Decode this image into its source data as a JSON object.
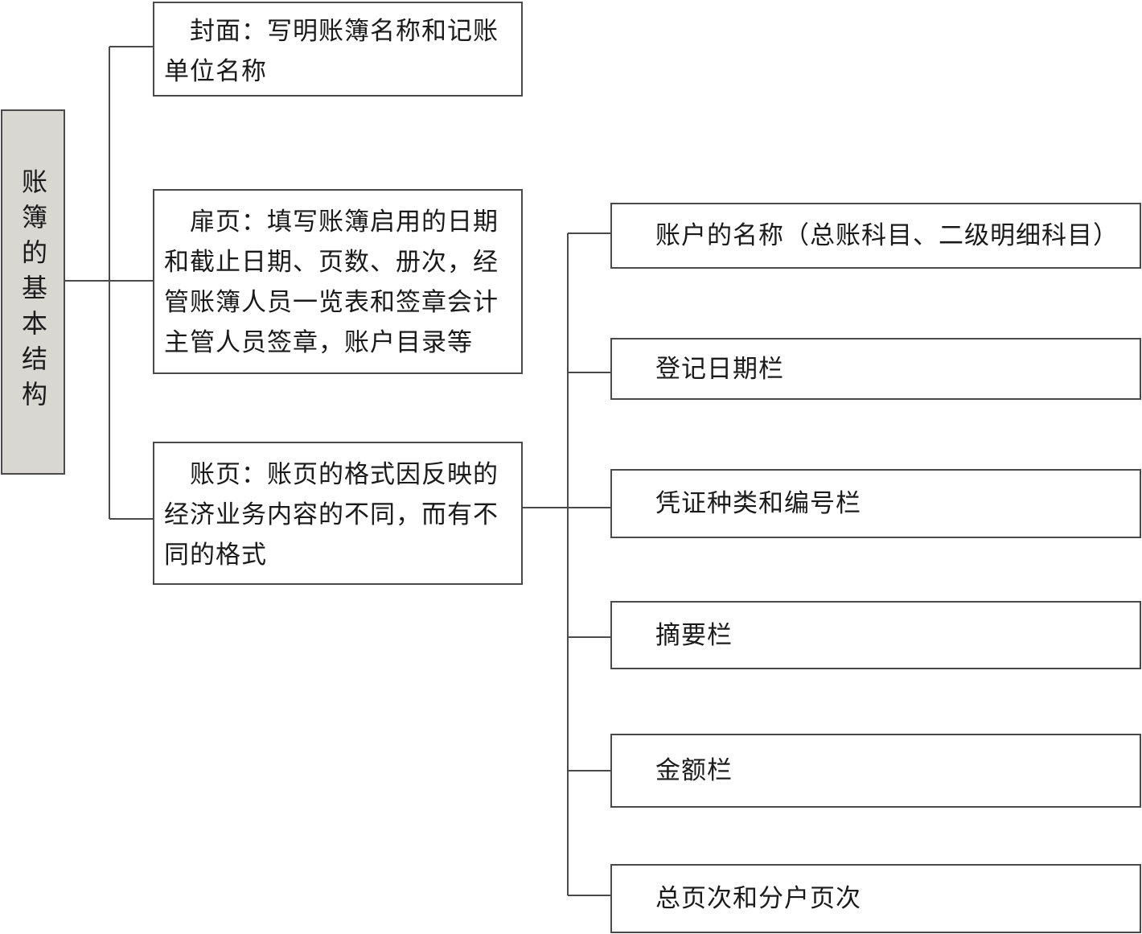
{
  "root": {
    "label": "账簿的基本结构"
  },
  "components": [
    {
      "id": "cover",
      "text": "封面：写明账簿名称和记账单位名称"
    },
    {
      "id": "flyleaf",
      "text": "扉页：填写账簿启用的日期和截止日期、页数、册次，经管账簿人员一览表和签章会计主管人员签章，账户目录等"
    },
    {
      "id": "pages",
      "text": "账页：账页的格式因反映的经济业务内容的不同，而有不同的格式"
    }
  ],
  "page_fields": [
    {
      "text": "账户的名称（总账科目、二级明细科目）"
    },
    {
      "text": "登记日期栏"
    },
    {
      "text": "凭证种类和编号栏"
    },
    {
      "text": "摘要栏"
    },
    {
      "text": "金额栏"
    },
    {
      "text": "总页次和分户页次"
    }
  ],
  "colors": {
    "line": "#4a4a4a",
    "root_fill": "#d8d7d2"
  }
}
